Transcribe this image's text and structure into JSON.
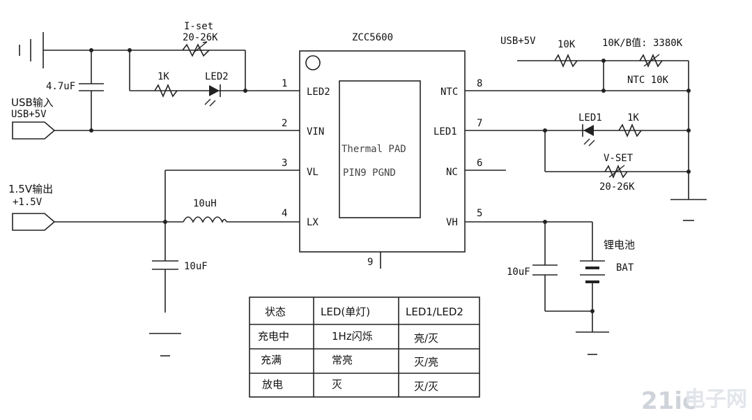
{
  "chip": {
    "name": "ZCC5600",
    "pad_line1": "Thermal PAD",
    "pad_line2": "PIN9 PGND",
    "left_pins": [
      {
        "num": "1",
        "name": "LED2"
      },
      {
        "num": "2",
        "name": "VIN"
      },
      {
        "num": "3",
        "name": "VL"
      },
      {
        "num": "4",
        "name": "LX"
      }
    ],
    "right_pins": [
      {
        "num": "8",
        "name": "NTC"
      },
      {
        "num": "7",
        "name": "LED1"
      },
      {
        "num": "6",
        "name": "NC"
      },
      {
        "num": "5",
        "name": "VH"
      }
    ],
    "bottom_pin": "9"
  },
  "labels": {
    "iset": "I-set",
    "iset_value": "20-26K",
    "r1k_left": "1K",
    "led2": "LED2",
    "cap_in": "4.7uF",
    "usb_in_1": "USB输入",
    "usb_in_2": "USB+5V",
    "out_1": "1.5V输出",
    "out_2": "+1.5V",
    "inductor": "10uH",
    "cap_out": "10uF",
    "usb_right": "USB+5V",
    "r10k": "10K",
    "ntc_top": "10K/B值: 3380K",
    "ntc": "NTC 10K",
    "led1": "LED1",
    "r1k_right": "1K",
    "vset": "V-SET",
    "vset_value": "20-26K",
    "battery_cn": "锂电池",
    "battery": "BAT",
    "cap_bat": "10uF"
  },
  "table": {
    "headers": [
      "状态",
      "LED(单灯)",
      "LED1/LED2"
    ],
    "rows": [
      [
        "充电中",
        "1Hz闪烁",
        "亮/灭"
      ],
      [
        "充满",
        "常亮",
        "灭/亮"
      ],
      [
        "放电",
        "灭",
        "灭/灭"
      ]
    ]
  },
  "watermark": {
    "brand": "21ic",
    "text": "电子网"
  }
}
